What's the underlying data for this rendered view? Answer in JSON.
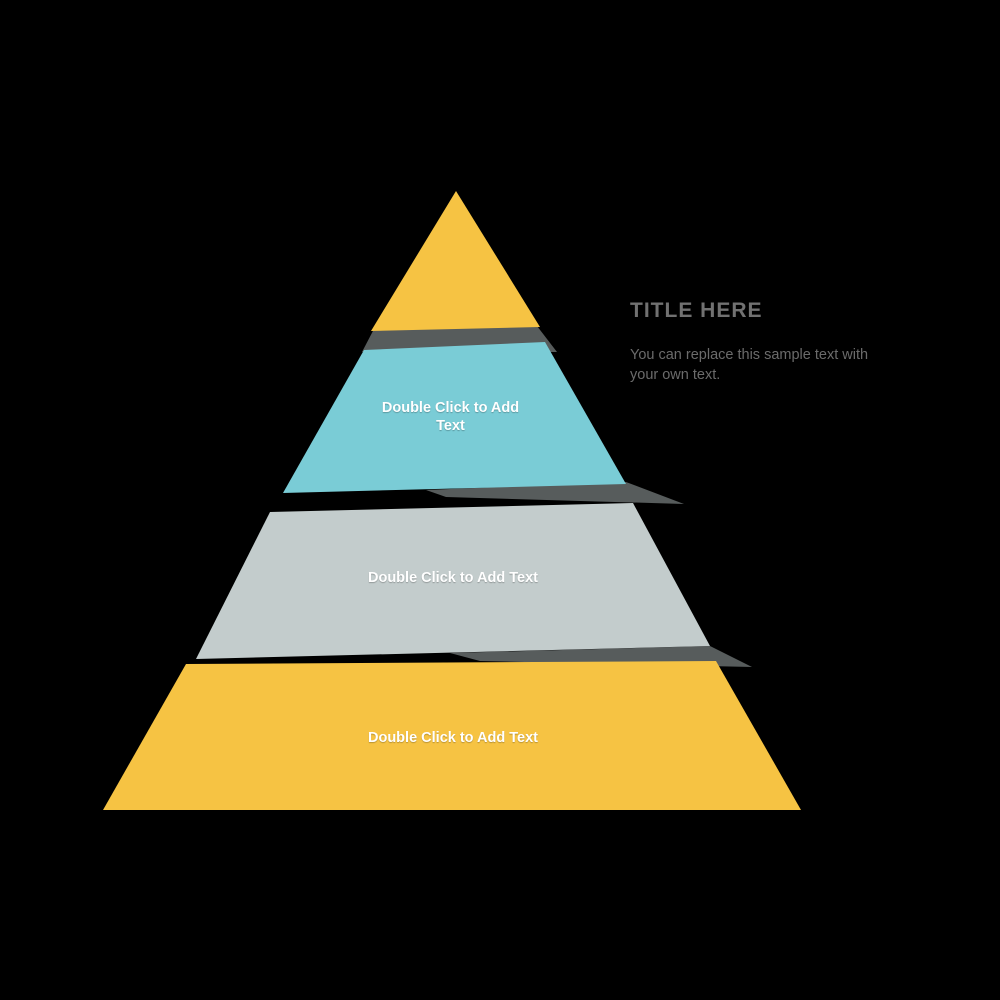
{
  "background_color": "#000000",
  "title_panel": {
    "title": "TITLE HERE",
    "description": "You can replace this sample text with your own text."
  },
  "pyramid": {
    "shadow_color": "#575C5C",
    "levels": [
      {
        "id": "level-1",
        "label": "",
        "color": "#F6C343"
      },
      {
        "id": "level-2",
        "label": "Double Click to Add Text",
        "color": "#7ACCD6"
      },
      {
        "id": "level-3",
        "label": "Double Click to Add Text",
        "color": "#C3CCCC"
      },
      {
        "id": "level-4",
        "label": "Double Click to Add Text",
        "color": "#F6C343"
      }
    ]
  }
}
